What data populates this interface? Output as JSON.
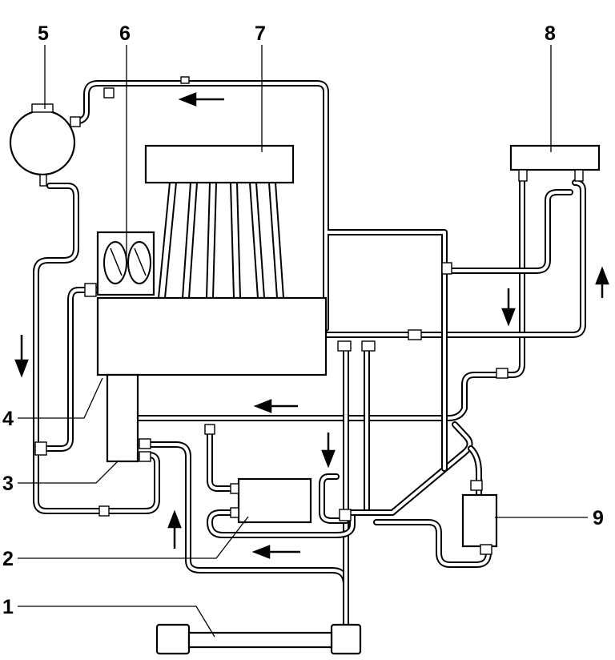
{
  "figure": {
    "callouts": [
      {
        "id": "1",
        "text": "1"
      },
      {
        "id": "2",
        "text": "2"
      },
      {
        "id": "3",
        "text": "3"
      },
      {
        "id": "4",
        "text": "4"
      },
      {
        "id": "5",
        "text": "5"
      },
      {
        "id": "6",
        "text": "6"
      },
      {
        "id": "7",
        "text": "7"
      },
      {
        "id": "8",
        "text": "8"
      },
      {
        "id": "9",
        "text": "9"
      }
    ],
    "line_color": "#000000",
    "background": "#ffffff"
  }
}
